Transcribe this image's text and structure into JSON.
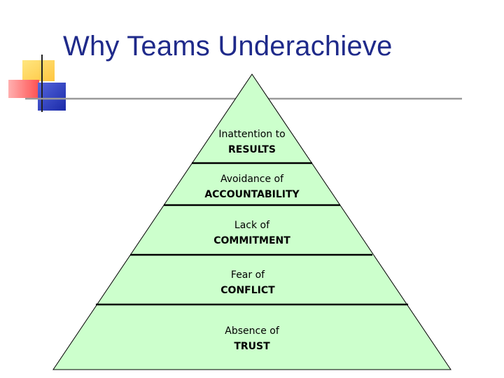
{
  "slide": {
    "title": "Why Teams Underachieve"
  },
  "colors": {
    "title": "#1f2a8a",
    "pyramid_fill": "#ccffcc",
    "pyramid_stroke": "#000000",
    "deco_yellow": "#ffd966",
    "deco_red": "#ff6666",
    "deco_blue": "#3344cc"
  },
  "pyramid": {
    "levels": [
      {
        "line1": "Inattention to",
        "line2": "RESULTS"
      },
      {
        "line1": "Avoidance of",
        "line2": "ACCOUNTABILITY"
      },
      {
        "line1": "Lack of",
        "line2": "COMMITMENT"
      },
      {
        "line1": "Fear of",
        "line2": "CONFLICT"
      },
      {
        "line1": "Absence of",
        "line2": "TRUST"
      }
    ]
  }
}
